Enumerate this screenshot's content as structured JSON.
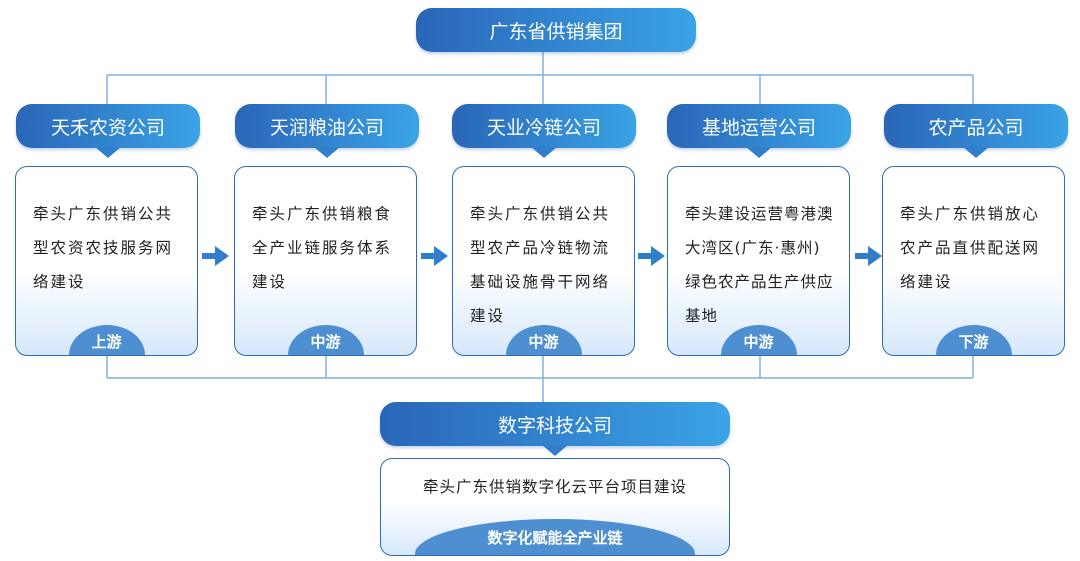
{
  "diagram": {
    "top": {
      "label": "广东省供销集团"
    },
    "companies": [
      {
        "name": "天禾农资公司",
        "text": "牵头广东供销公共型农资农技服务网络建设",
        "stage": "上游"
      },
      {
        "name": "天润粮油公司",
        "text": "牵头广东供销粮食全产业链服务体系建设",
        "stage": "中游"
      },
      {
        "name": "天业冷链公司",
        "text": "牵头广东供销公共型农产品冷链物流基础设施骨干网络建设",
        "stage": "中游"
      },
      {
        "name": "基地运营公司",
        "text": "牵头建设运营粤港澳大湾区(广东·惠州)绿色农产品生产供应基地",
        "stage": "中游"
      },
      {
        "name": "农产品公司",
        "text": "牵头广东供销放心农产品直供配送网络建设",
        "stage": "下游"
      }
    ],
    "digital": {
      "name": "数字科技公司",
      "text": "牵头广东供销数字化云平台项目建设",
      "slogan": "数字化赋能全产业链"
    }
  },
  "colors": {
    "accent_dark": "#2a66b8",
    "accent_light": "#3aa3e6",
    "connector": "#7fb2e0",
    "arrow": "#2f7fcc"
  }
}
